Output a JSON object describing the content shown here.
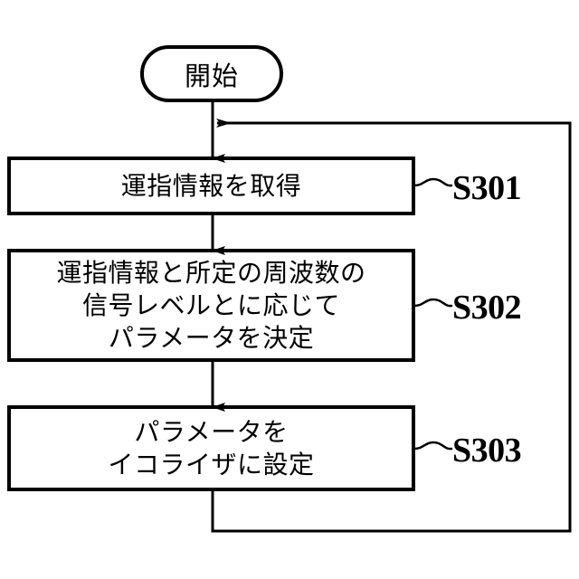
{
  "diagram": {
    "type": "flowchart",
    "title_text": "",
    "colors": {
      "stroke": "#000000",
      "background": "#ffffff",
      "text": "#000000"
    },
    "terminator": {
      "label": "開始",
      "shape": "stadium"
    },
    "steps": [
      {
        "id": "S301",
        "ref_label": "S301",
        "lines": [
          "運指情報を取得"
        ]
      },
      {
        "id": "S302",
        "ref_label": "S302",
        "lines": [
          "運指情報と所定の周波数の",
          "信号レベルとに応じて",
          "パラメータを決定"
        ]
      },
      {
        "id": "S303",
        "ref_label": "S303",
        "lines": [
          "パラメータを",
          "イコライザに設定"
        ]
      }
    ],
    "connectors": [
      {
        "name": "start-to-step1",
        "kind": "arrow-down"
      },
      {
        "name": "step1-to-step2",
        "kind": "arrow-down"
      },
      {
        "name": "step2-to-step3",
        "kind": "arrow-down"
      },
      {
        "name": "loop-back",
        "kind": "feedback-arrow-left"
      }
    ],
    "leaders": [
      {
        "name": "leader-s301",
        "kind": "wavy-tilde"
      },
      {
        "name": "leader-s302",
        "kind": "wavy-tilde"
      },
      {
        "name": "leader-s303",
        "kind": "wavy-tilde"
      }
    ]
  }
}
